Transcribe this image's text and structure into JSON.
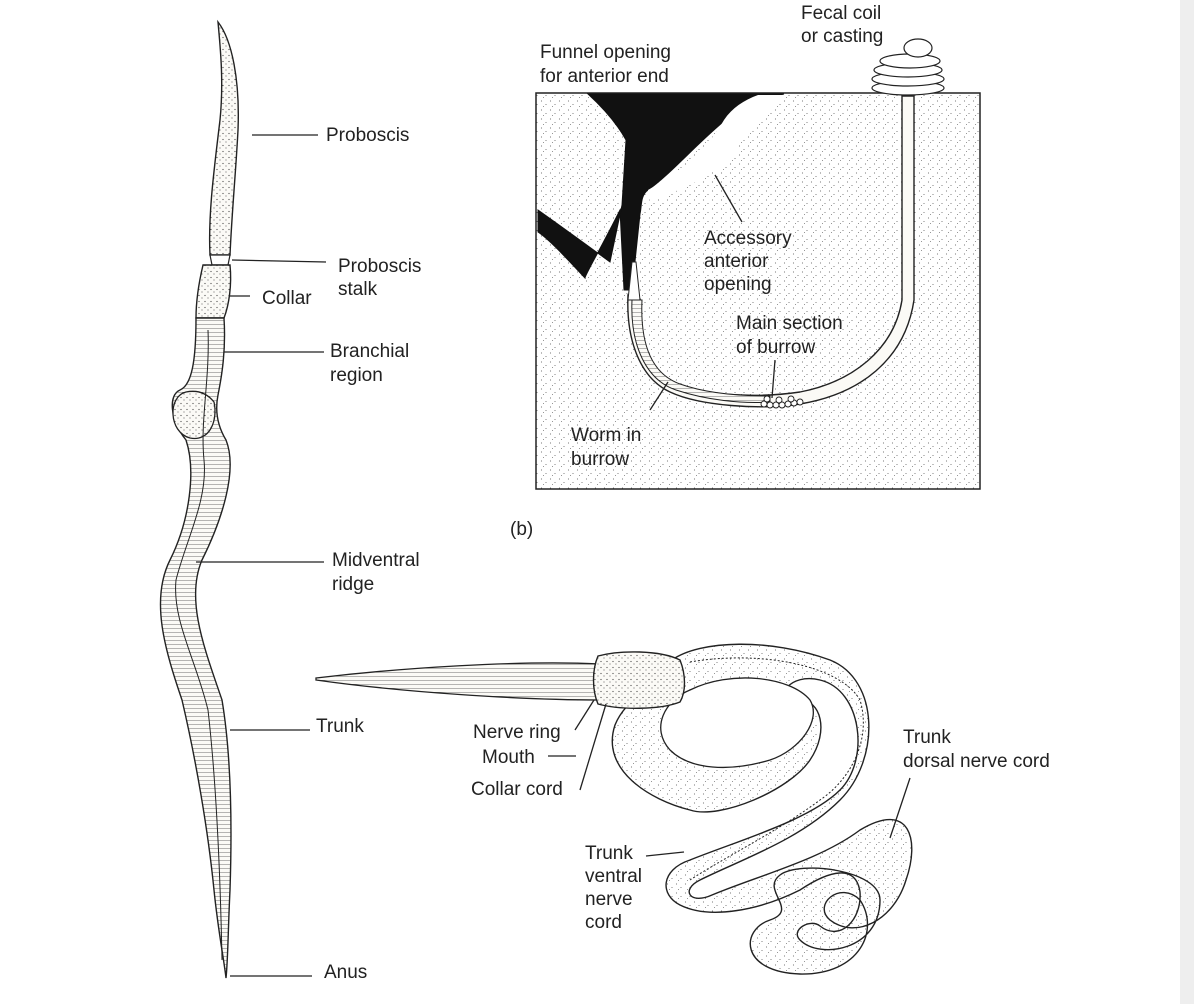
{
  "figure_b_tag": "(b)",
  "labels": {
    "proboscis": "Proboscis",
    "proboscis_stalk": [
      "Proboscis",
      "stalk"
    ],
    "collar": "Collar",
    "branchial_region": [
      "Branchial",
      "region"
    ],
    "midventral_ridge": [
      "Midventral",
      "ridge"
    ],
    "trunk": "Trunk",
    "anus": "Anus",
    "funnel_opening": [
      "Funnel opening",
      "for anterior end"
    ],
    "fecal_coil": [
      "Fecal coil",
      "or casting"
    ],
    "accessory_opening": [
      "Accessory",
      "anterior",
      "opening"
    ],
    "main_section": [
      "Main section",
      "of burrow"
    ],
    "worm_in_burrow": [
      "Worm in",
      "burrow"
    ],
    "nerve_ring": "Nerve ring",
    "mouth": "Mouth",
    "collar_cord": "Collar cord",
    "trunk_ventral_nerve_cord": [
      "Trunk",
      "ventral",
      "nerve",
      "cord"
    ],
    "trunk_dorsal_nerve_cord": [
      "Trunk",
      "dorsal nerve cord"
    ]
  },
  "colors": {
    "ink": "#222222",
    "sand": "#f4f1ea",
    "page_strip": "#eeeeee",
    "body_fill": "#f7f5f0"
  }
}
